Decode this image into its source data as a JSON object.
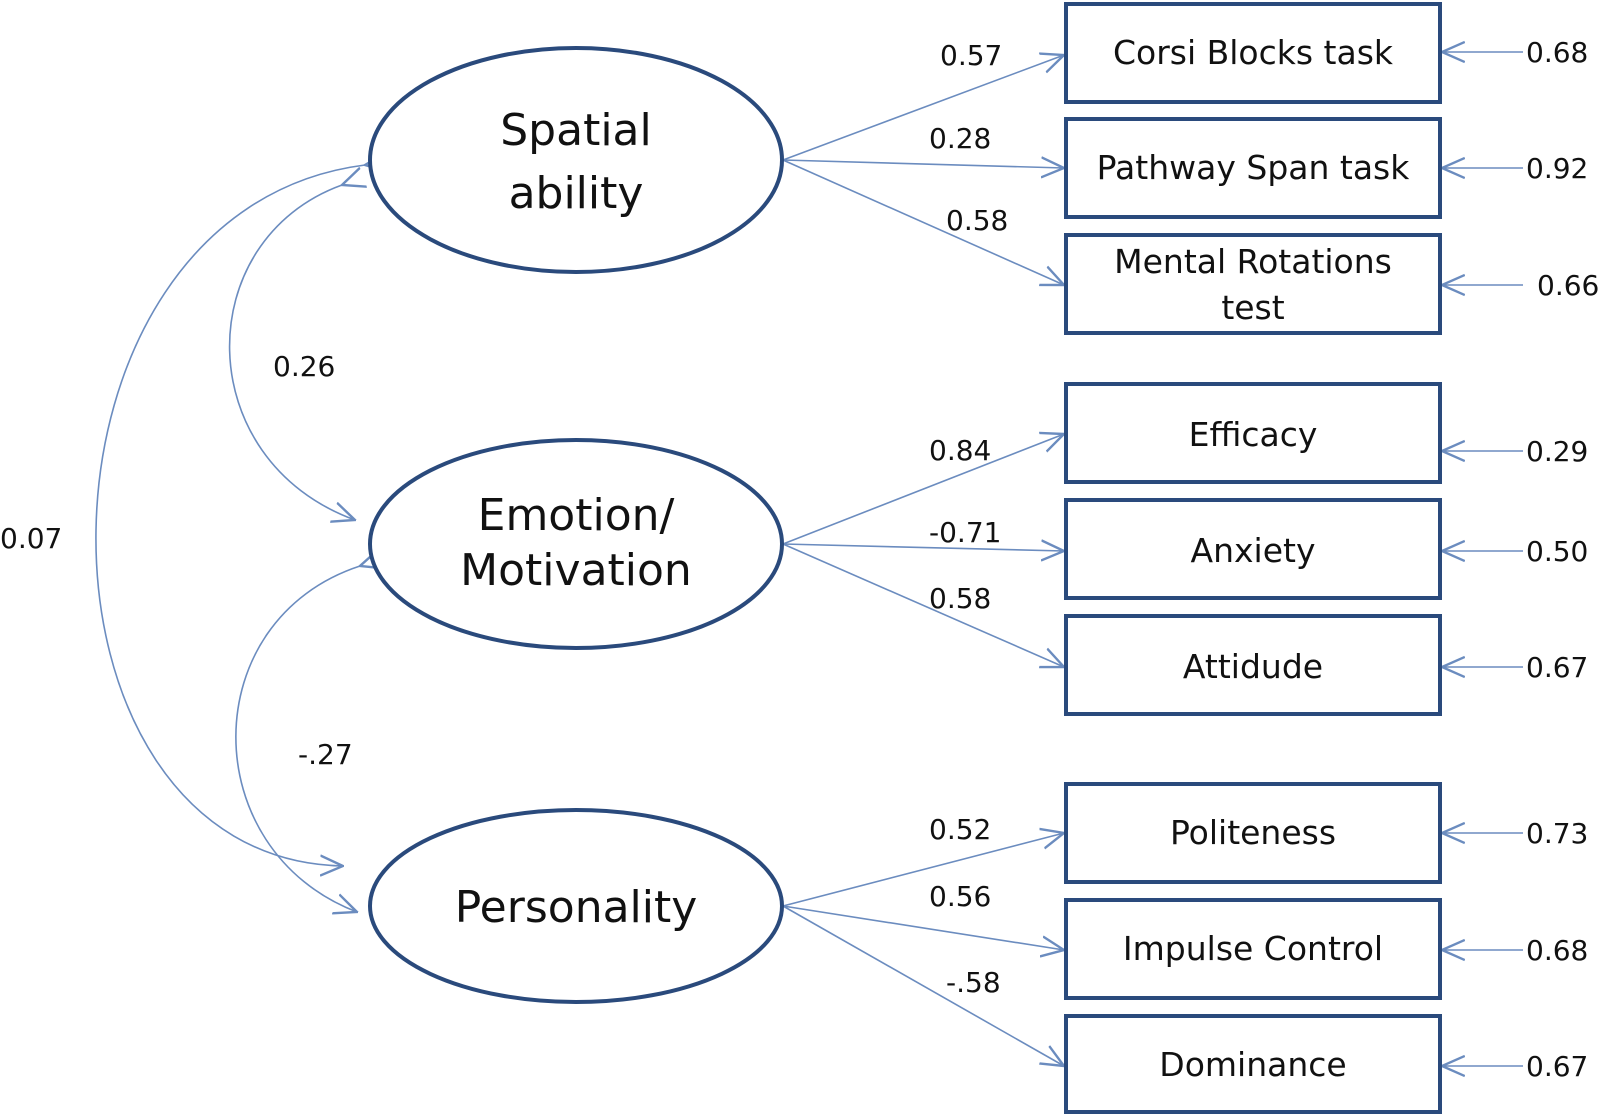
{
  "latents": {
    "spatial": {
      "line1": "Spatial",
      "line2": "ability"
    },
    "emotion": {
      "line1": "Emotion/",
      "line2": "Motivation"
    },
    "personality": {
      "line1": "Personality"
    }
  },
  "indicators": {
    "corsi": {
      "line1": "Corsi Blocks task",
      "loading": "0.57",
      "error": "0.68"
    },
    "pathway": {
      "line1": "Pathway Span task",
      "loading": "0.28",
      "error": "0.92"
    },
    "mental": {
      "line1": "Mental Rotations",
      "line2": "test",
      "loading": "0.58",
      "error": "0.66"
    },
    "efficacy": {
      "line1": "Efficacy",
      "loading": "0.84",
      "error": "0.29"
    },
    "anxiety": {
      "line1": "Anxiety",
      "loading": "-0.71",
      "error": "0.50"
    },
    "attitude": {
      "line1": "Attidude",
      "loading": "0.58",
      "error": "0.67"
    },
    "politeness": {
      "line1": "Politeness",
      "loading": "0.52",
      "error": "0.73"
    },
    "impulse": {
      "line1": "Impulse Control",
      "loading": "0.56",
      "error": "0.68"
    },
    "dominance": {
      "line1": "Dominance",
      "loading": "-.58",
      "error": "0.67"
    }
  },
  "correlations": {
    "spatial_emotion": "0.26",
    "emotion_personality": "-.27",
    "spatial_personality": "0.07"
  },
  "colors": {
    "box_stroke": "#2a4a7c",
    "arrow": "#6b8cbf",
    "text": "#111111"
  }
}
